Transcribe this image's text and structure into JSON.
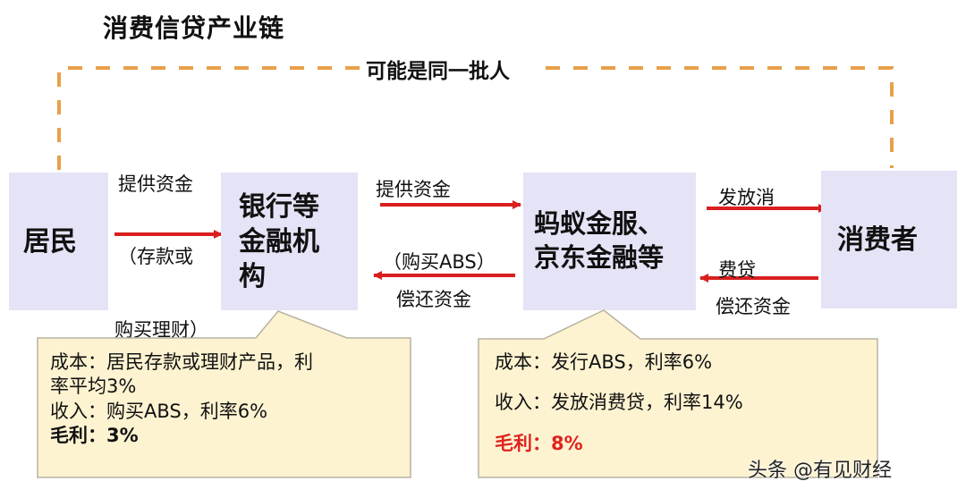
{
  "title": "消费信贷产业链",
  "dashed_link": {
    "label": "可能是同一批人",
    "color": "#e8a04a"
  },
  "nodes": [
    {
      "id": "residents",
      "label": "居民"
    },
    {
      "id": "banks",
      "label_lines": [
        "银行等",
        "金融机",
        "构"
      ]
    },
    {
      "id": "fintech",
      "label_lines": [
        "蚂蚁金服、",
        "京东金融等"
      ]
    },
    {
      "id": "consumers",
      "label": "消费者"
    }
  ],
  "edges": [
    {
      "from": "residents",
      "to": "banks",
      "label_lines": [
        "提供资金",
        "（存款或",
        "购买理财）"
      ]
    },
    {
      "from": "banks",
      "to": "fintech",
      "label_lines": [
        "提供资金",
        "（购买ABS）"
      ]
    },
    {
      "from": "fintech",
      "to": "banks",
      "label": "偿还资金"
    },
    {
      "from": "fintech",
      "to": "consumers",
      "label_lines": [
        "发放消",
        "费贷"
      ]
    },
    {
      "from": "consumers",
      "to": "fintech",
      "label": "偿还资金"
    }
  ],
  "arrow_color": "#d91f1f",
  "node_color": "#e5e3f6",
  "callouts": [
    {
      "target": "banks",
      "lines": [
        "成本：居民存款或理财产品，利",
        "率平均3%",
        "收入：购买ABS，利率6%"
      ],
      "profit": "毛利：3%",
      "profit_color": "#111111"
    },
    {
      "target": "fintech",
      "lines": [
        "成本：发行ABS，利率6%",
        "收入：发放消费贷，利率14%"
      ],
      "profit": "毛利：8%",
      "profit_color": "#e0231e"
    }
  ],
  "callout_color": "#fdf3d1",
  "watermark": "头条 @有见财经"
}
